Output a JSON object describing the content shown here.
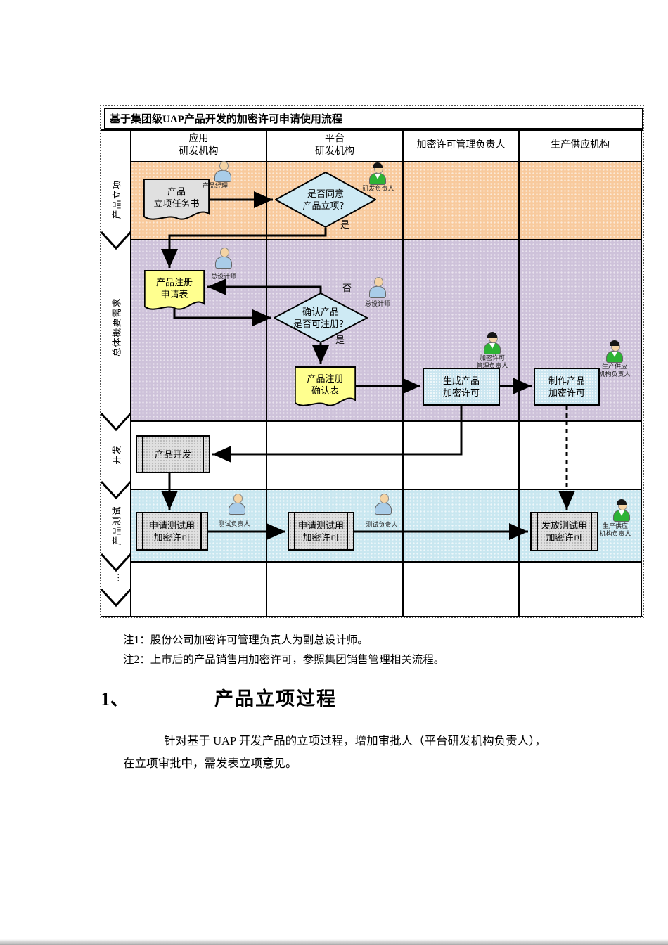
{
  "flowchart": {
    "title": "基于集团级UAP产品开发的加密许可申请使用流程",
    "columns": [
      {
        "l1": "应用",
        "l2": "研发机构"
      },
      {
        "l1": "平台",
        "l2": "研发机构"
      },
      {
        "l1": "加密许可管理负责人",
        "l2": ""
      },
      {
        "l1": "生产供应机构",
        "l2": ""
      }
    ],
    "stages": [
      {
        "label": "产品立项"
      },
      {
        "label": "总体概要需求"
      },
      {
        "label": "开发"
      },
      {
        "label": "产品测试"
      },
      {
        "label": "…"
      }
    ],
    "nodes": {
      "task_doc": {
        "l1": "产品",
        "l2": "立项任务书"
      },
      "decision_approve": {
        "l1": "是否同意",
        "l2": "产品立项？"
      },
      "register_apply": {
        "l1": "产品注册",
        "l2": "申请表"
      },
      "decision_register": {
        "l1": "确认产品",
        "l2": "是否可注册？"
      },
      "register_confirm": {
        "l1": "产品注册",
        "l2": "确认表"
      },
      "generate_license": {
        "l1": "生成产品",
        "l2": "加密许可"
      },
      "make_license": {
        "l1": "制作产品",
        "l2": "加密许可"
      },
      "product_dev": {
        "l1": "产品开发",
        "l2": ""
      },
      "apply_test_1": {
        "l1": "申请测试用",
        "l2": "加密许可"
      },
      "apply_test_2": {
        "l1": "申请测试用",
        "l2": "加密许可"
      },
      "issue_test": {
        "l1": "发放测试用",
        "l2": "加密许可"
      }
    },
    "actors": {
      "product_manager": {
        "l1": "产品经理",
        "l2": ""
      },
      "rd_leader": {
        "l1": "研发负责人",
        "l2": ""
      },
      "chief_designer_1": {
        "l1": "总设计师",
        "l2": ""
      },
      "chief_designer_2": {
        "l1": "总设计师",
        "l2": ""
      },
      "license_manager": {
        "l1": "加密许可",
        "l2": "管理负责人"
      },
      "supply_leader_1": {
        "l1": "生产供应",
        "l2": "机构负责人"
      },
      "test_leader_1": {
        "l1": "测试负责人",
        "l2": ""
      },
      "test_leader_2": {
        "l1": "测试负责人",
        "l2": ""
      },
      "supply_leader_2": {
        "l1": "生产供应",
        "l2": "机构负责人"
      }
    },
    "edge_labels": {
      "yes_1": "是",
      "no": "否",
      "yes_2": "是"
    }
  },
  "notes": {
    "note1": "注1：股份公司加密许可管理负责人为副总设计师。",
    "note2": "注2：上市后的产品销售用加密许可，参照集团销售管理相关流程。"
  },
  "section": {
    "number": "1、",
    "title": "产品立项过程",
    "para_line1": "针对基于 UAP 开发产品的立项过程，增加审批人（平台研发机构负责人），",
    "para_line2": "在立项审批中，需发表立项意见。"
  },
  "colors": {
    "stage_project_bg": "#F8CA9D",
    "stage_requirement_bg": "#CEC2DA",
    "stage_test_bg": "#C9E7F0",
    "decision_fill": "#CEEAF4",
    "document_yellow": "#FFFF8F",
    "license_box_blue": "#CBE6F0",
    "process_gray": "#E0E0E0",
    "person_blue": "#A9CCE8",
    "person_green": "#2DB335",
    "line_color": "#000000"
  }
}
